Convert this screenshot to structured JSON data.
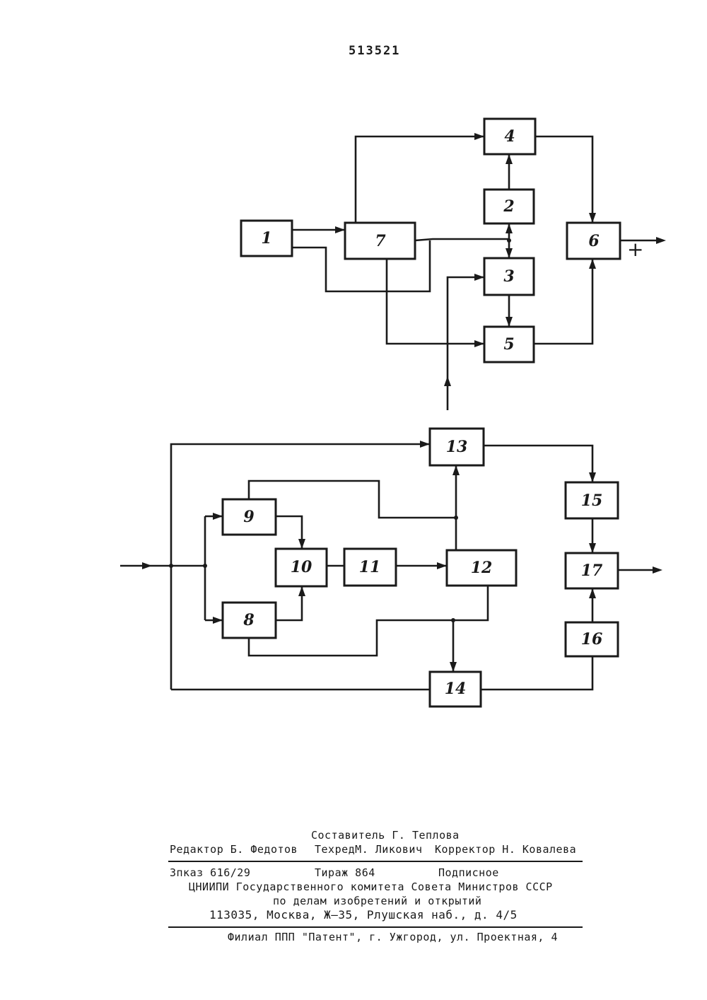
{
  "patent_number": "513521",
  "diagram": {
    "blocks": [
      "1",
      "2",
      "3",
      "4",
      "5",
      "6",
      "7",
      "8",
      "9",
      "10",
      "11",
      "12",
      "13",
      "14",
      "15",
      "16",
      "17"
    ],
    "output_sign": "+"
  },
  "imprint": {
    "compiler": "Составитель Г. Теплова",
    "editor": "Редактор Б. Федотов",
    "techred": "ТехредМ. Ликович",
    "corrector": "Корректор Н. Ковалева",
    "order": "Зпказ 616/29",
    "circulation": "Тираж 864",
    "subscription": "Подписное",
    "org_line1": "ЦНИИПИ Государственного комитета Совета Министров СССР",
    "org_line2": "по делам изобретений и открытий",
    "address": "113035, Москва, Ж–35, Рлушская наб., д. 4/5",
    "branch": "Филиал ППП \"Патент\", г. Ужгород, ул. Проектная, 4"
  }
}
